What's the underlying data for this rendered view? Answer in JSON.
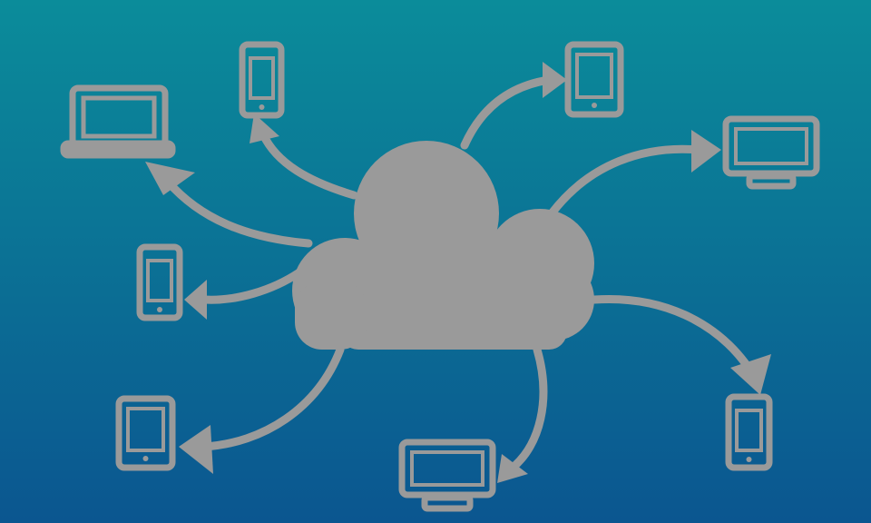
{
  "colors": {
    "background_top": "#0b8c9a",
    "background_bottom": "#0b5690",
    "graphic": "#9a9a9a"
  },
  "diagram": {
    "center": "cloud",
    "devices": [
      "laptop",
      "phone",
      "tablet",
      "monitor",
      "phone",
      "tablet",
      "monitor",
      "phone"
    ]
  }
}
